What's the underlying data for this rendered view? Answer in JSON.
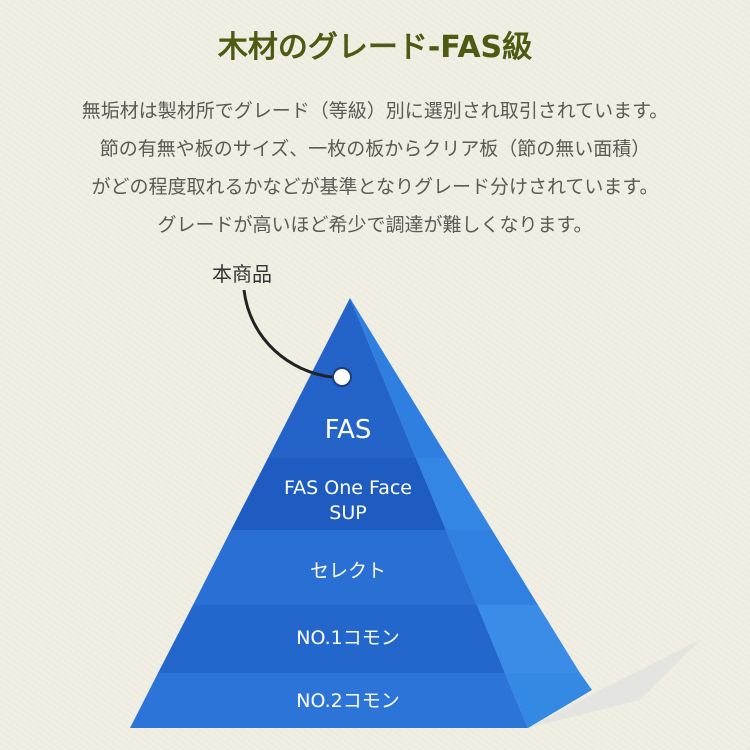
{
  "title": "木材のグレード-FAS級",
  "description": [
    "無垢材は製材所でグレード（等級）別に選別され取引されています。",
    "節の有無や板のサイズ、一枚の板からクリア板（節の無い面積）",
    "がどの程度取れるかなどが基準となりグレード分けされています。",
    "グレードが高いほど希少で調達が難しくなります。"
  ],
  "callout": "本商品",
  "grades": [
    {
      "line1": "FAS"
    },
    {
      "line1": "FAS One Face",
      "line2": "SUP"
    },
    {
      "line1": "セレクト"
    },
    {
      "line1": "NO.1コモン"
    },
    {
      "line1": "NO.2コモン"
    }
  ],
  "colors": {
    "title": "#4d5a12",
    "pyramid": "#2a6fd0"
  }
}
